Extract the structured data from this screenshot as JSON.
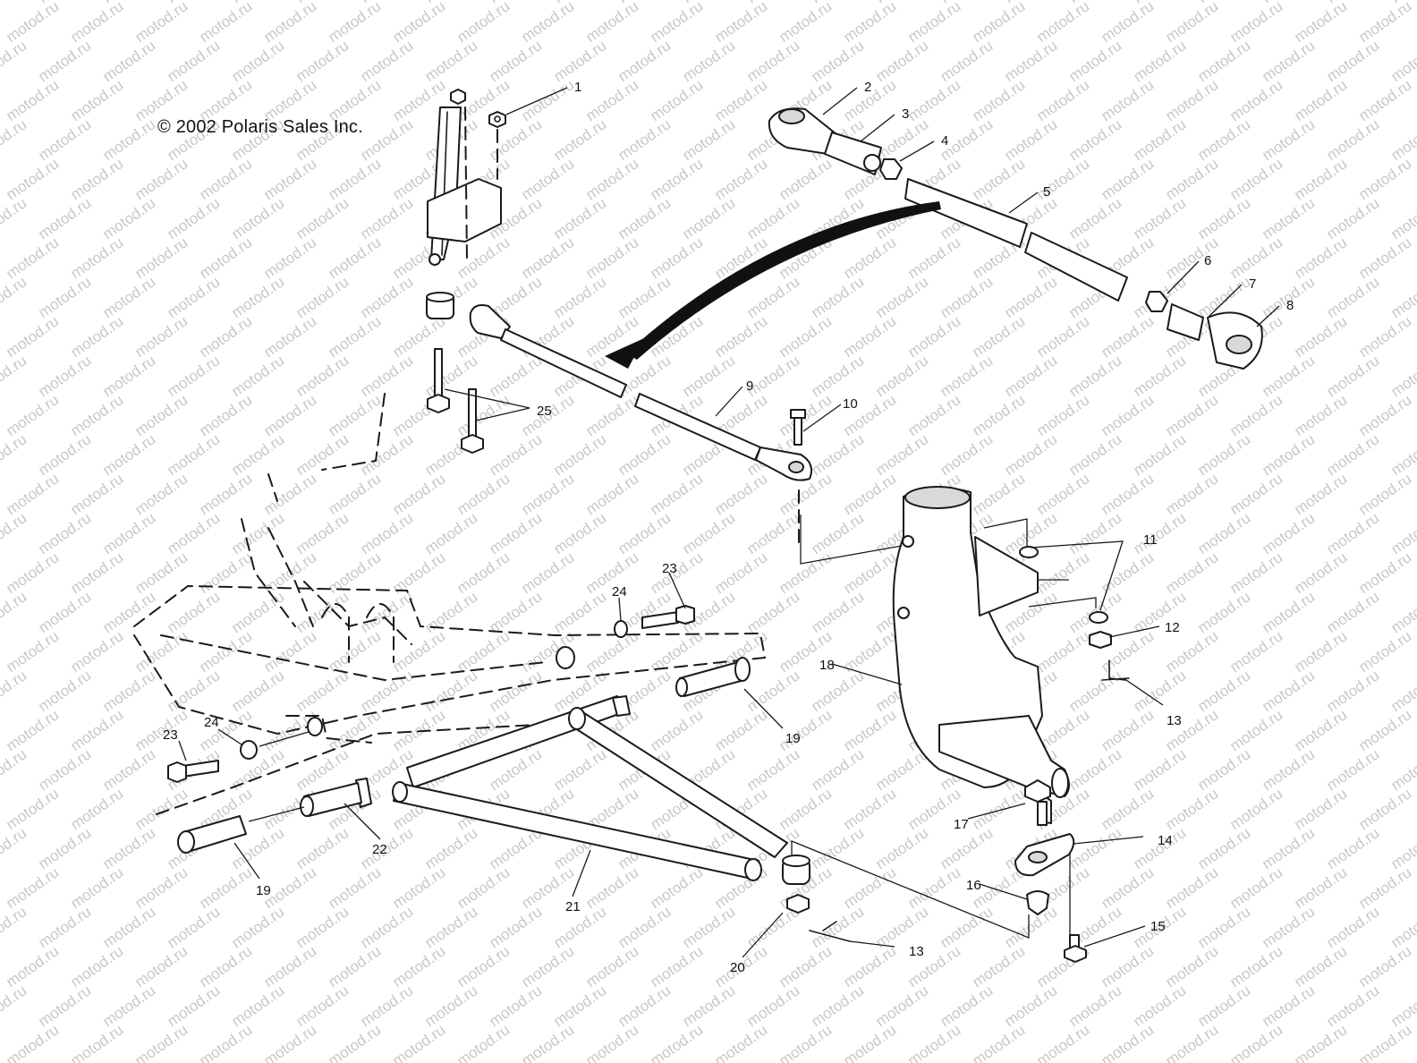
{
  "copyright": "© 2002 Polaris Sales Inc.",
  "watermark": "motod.ru",
  "callouts": {
    "c1": "1",
    "c2": "2",
    "c3": "3",
    "c4": "4",
    "c5": "5",
    "c6": "6",
    "c7": "7",
    "c8": "8",
    "c9": "9",
    "c10": "10",
    "c11": "11",
    "c12": "12",
    "c13a": "13",
    "c13b": "13",
    "c14": "14",
    "c15": "15",
    "c16": "16",
    "c17": "17",
    "c18": "18",
    "c19a": "19",
    "c19b": "19",
    "c20": "20",
    "c21": "21",
    "c22": "22",
    "c23a": "23",
    "c23b": "23",
    "c24a": "24",
    "c24b": "24",
    "c25": "25"
  }
}
